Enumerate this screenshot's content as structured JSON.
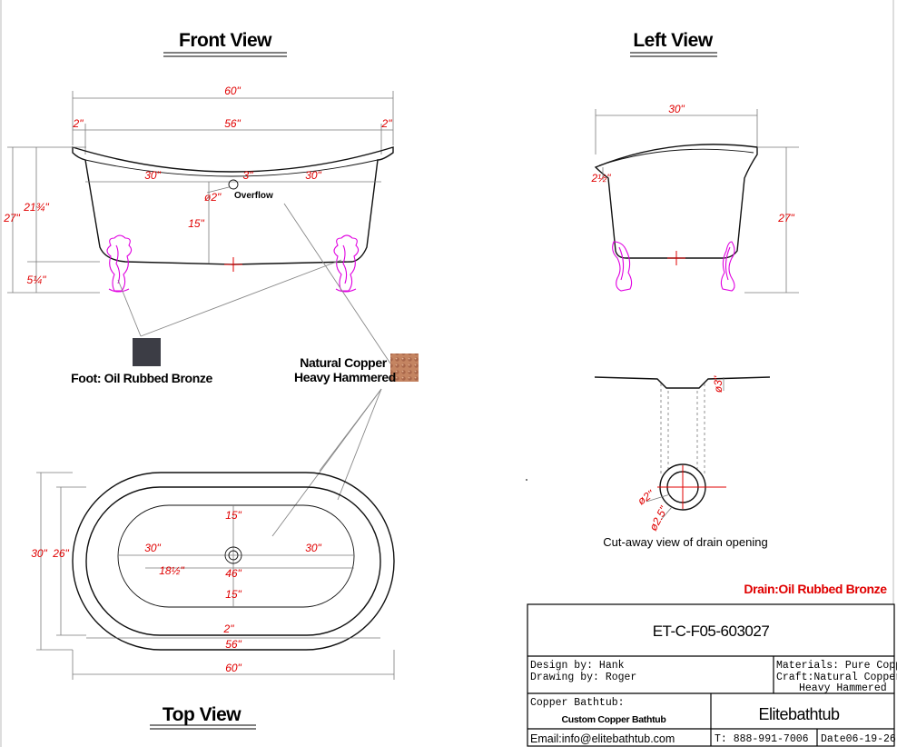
{
  "views": {
    "front": "Front View",
    "left": "Left View",
    "top": "Top View",
    "cutaway": "Cut-away view of drain opening"
  },
  "front_dims": {
    "overall": "60\"",
    "inner": "56\"",
    "rim_left": "2\"",
    "rim_right": "2\"",
    "left_half": "30\"",
    "right_half": "30\"",
    "overflow_offset": "3\"",
    "overflow_dia": "ø2\"",
    "overflow_label": "Overflow",
    "depth": "15\"",
    "height_outer": "27\"",
    "height_inner": "21¾\"",
    "foot_height": "5¼\""
  },
  "left_dims": {
    "width": "30\"",
    "rim": "2½\"",
    "height": "27\""
  },
  "drain_dims": {
    "flange": "ø3\"",
    "inner_dia": "ø2\"",
    "outer_dia": "ø2.5\""
  },
  "top_dims": {
    "width_outer": "30\"",
    "width_inner": "26\"",
    "center_top": "15\"",
    "center_bottom": "15\"",
    "half_left": "30\"",
    "half_right": "30\"",
    "basin_width": "18½\"",
    "basin_length": "46\"",
    "rim": "2\"",
    "inner_length": "56\"",
    "overall_length": "60\""
  },
  "materials": {
    "foot": "Foot: Oil Rubbed Bronze",
    "copper_line1": "Natural Copper",
    "copper_line2": "Heavy Hammered",
    "drain": "Drain:Oil Rubbed Bronze",
    "foot_swatch_color": "#3c3d45",
    "copper_swatch_color": "#c48461",
    "foot_color": "#e000e0",
    "dim_color": "#e00000"
  },
  "title_block": {
    "code": "ET-C-F05-603027",
    "design_by": "Design  by: Hank",
    "drawing_by": "Drawing  by: Roger",
    "materials": "Materials: Pure Copper",
    "craft_line1": "Craft:Natural Copper",
    "craft_line2": "Heavy  Hammered",
    "product_label": "Copper Bathtub:",
    "product_name": "Custom Copper Bathtub",
    "brand": "Elitebathtub",
    "email": "Email:info@elitebathtub.com",
    "phone": "T: 888-991-7006",
    "date": "Date06-19-26"
  }
}
